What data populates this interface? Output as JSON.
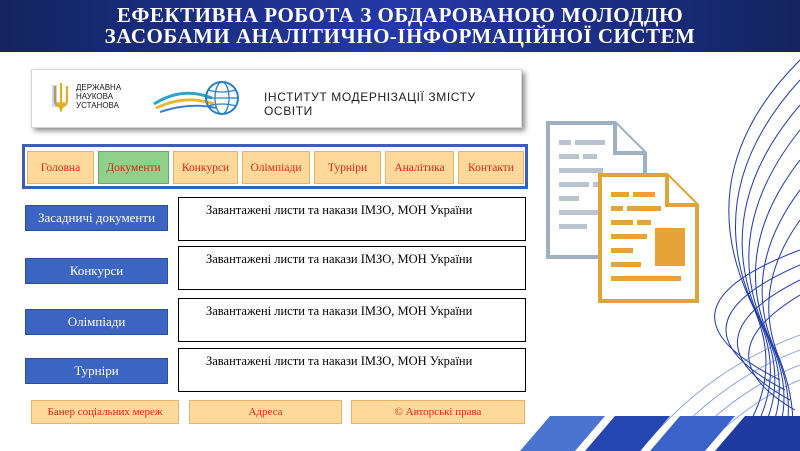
{
  "header": {
    "title_line1": "ЕФЕКТИВНА РОБОТА З ОБДАРОВАНОЮ МОЛОДДЮ",
    "title_line2": "ЗАСОБАМИ АНАЛІТИЧНО-ІНФОРМАЦІЙНОЇ СИСТЕМ"
  },
  "logos": {
    "dnu_line1": "ДЕРЖАВНА",
    "dnu_line2": "НАУКОВА",
    "dnu_line3": "УСТАНОВА",
    "institute": "ІНСТИТУТ МОДЕРНІЗАЦІЇ ЗМІСТУ ОСВІТИ"
  },
  "nav": {
    "items": [
      {
        "label": "Головна"
      },
      {
        "label": "Документи",
        "active": true
      },
      {
        "label": "Конкурси"
      },
      {
        "label": "Олімпіади"
      },
      {
        "label": "Турніри"
      },
      {
        "label": "Аналітика"
      },
      {
        "label": "Контакти"
      }
    ]
  },
  "sections": [
    {
      "button": "Засадничі документи",
      "text": "Завантажені листи та накази ІМЗО, МОН України"
    },
    {
      "button": "Конкурси",
      "text": "Завантажені листи та накази ІМЗО, МОН України"
    },
    {
      "button": "Олімпіади",
      "text": "Завантажені листи та накази ІМЗО, МОН України"
    },
    {
      "button": "Турніри",
      "text": "Завантажені листи та накази ІМЗО, МОН України"
    }
  ],
  "footer": {
    "social": "Банер соціальних мереж",
    "address": "Адреса",
    "copyright": "© Авторські права"
  },
  "colors": {
    "title_bar": "#1f2f8f",
    "nav_border": "#3a5fb8",
    "button_orange": "#ffd89c",
    "button_active": "#8fd08b",
    "link_red": "#d9261c",
    "side_button_blue": "#3c64c2"
  },
  "icons": {
    "trident": "trident-icon",
    "globe": "globe-logo-icon",
    "doc_grey": "document-icon",
    "doc_orange": "document-icon"
  }
}
